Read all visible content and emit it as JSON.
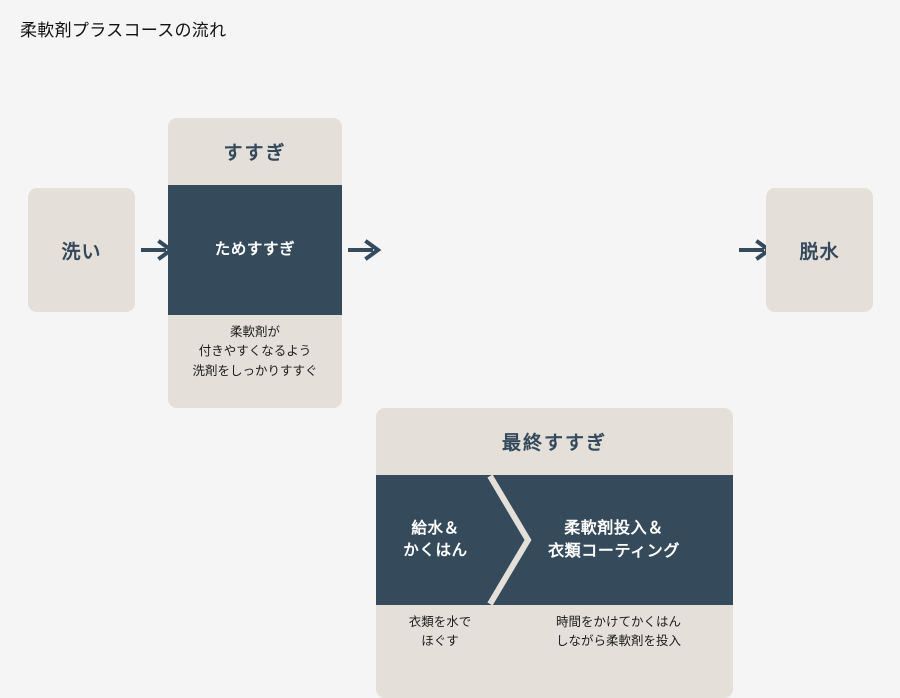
{
  "title": "柔軟剤プラスコースの流れ",
  "colors": {
    "background": "#f5f5f5",
    "beige": "#e4e0d9",
    "navy": "#354a5b",
    "navy_text": "#34495b",
    "white": "#ffffff",
    "caption_text": "#1d1d1d"
  },
  "stages": {
    "wash": {
      "label": "洗い"
    },
    "rinse": {
      "header": "すすぎ",
      "steps": [
        {
          "label": "ためすすぎ",
          "caption": "柔軟剤が\n付きやすくなるよう\n洗剤をしっかりすすぐ"
        }
      ]
    },
    "final_rinse": {
      "header": "最終すすぎ",
      "steps": [
        {
          "label": "給水＆\nかくはん",
          "caption": "衣類を水で\nほぐす"
        },
        {
          "label": "柔軟剤投入＆\n衣類コーティング",
          "caption": "時間をかけてかくはん\nしながら柔軟剤を投入"
        }
      ]
    },
    "spin": {
      "label": "脱水"
    }
  },
  "arrows": [
    {
      "name": "arrow-wash-to-rinse"
    },
    {
      "name": "arrow-rinse-to-final-rinse"
    },
    {
      "name": "arrow-final-rinse-to-spin"
    }
  ]
}
